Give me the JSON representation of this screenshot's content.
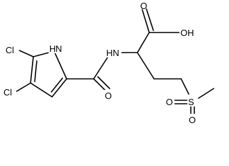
{
  "molecule": {
    "atom_labels": {
      "cl_upper": "Cl",
      "cl_lower": "Cl",
      "pyrrole_nh": "H",
      "pyrrole_n": "N",
      "amide_o": "O",
      "amide_nh": "HN",
      "acid_o": "O",
      "acid_oh": "OH",
      "sulfur": "S",
      "sulfonyl_o_left": "O",
      "sulfonyl_o_bottom": "O"
    }
  }
}
